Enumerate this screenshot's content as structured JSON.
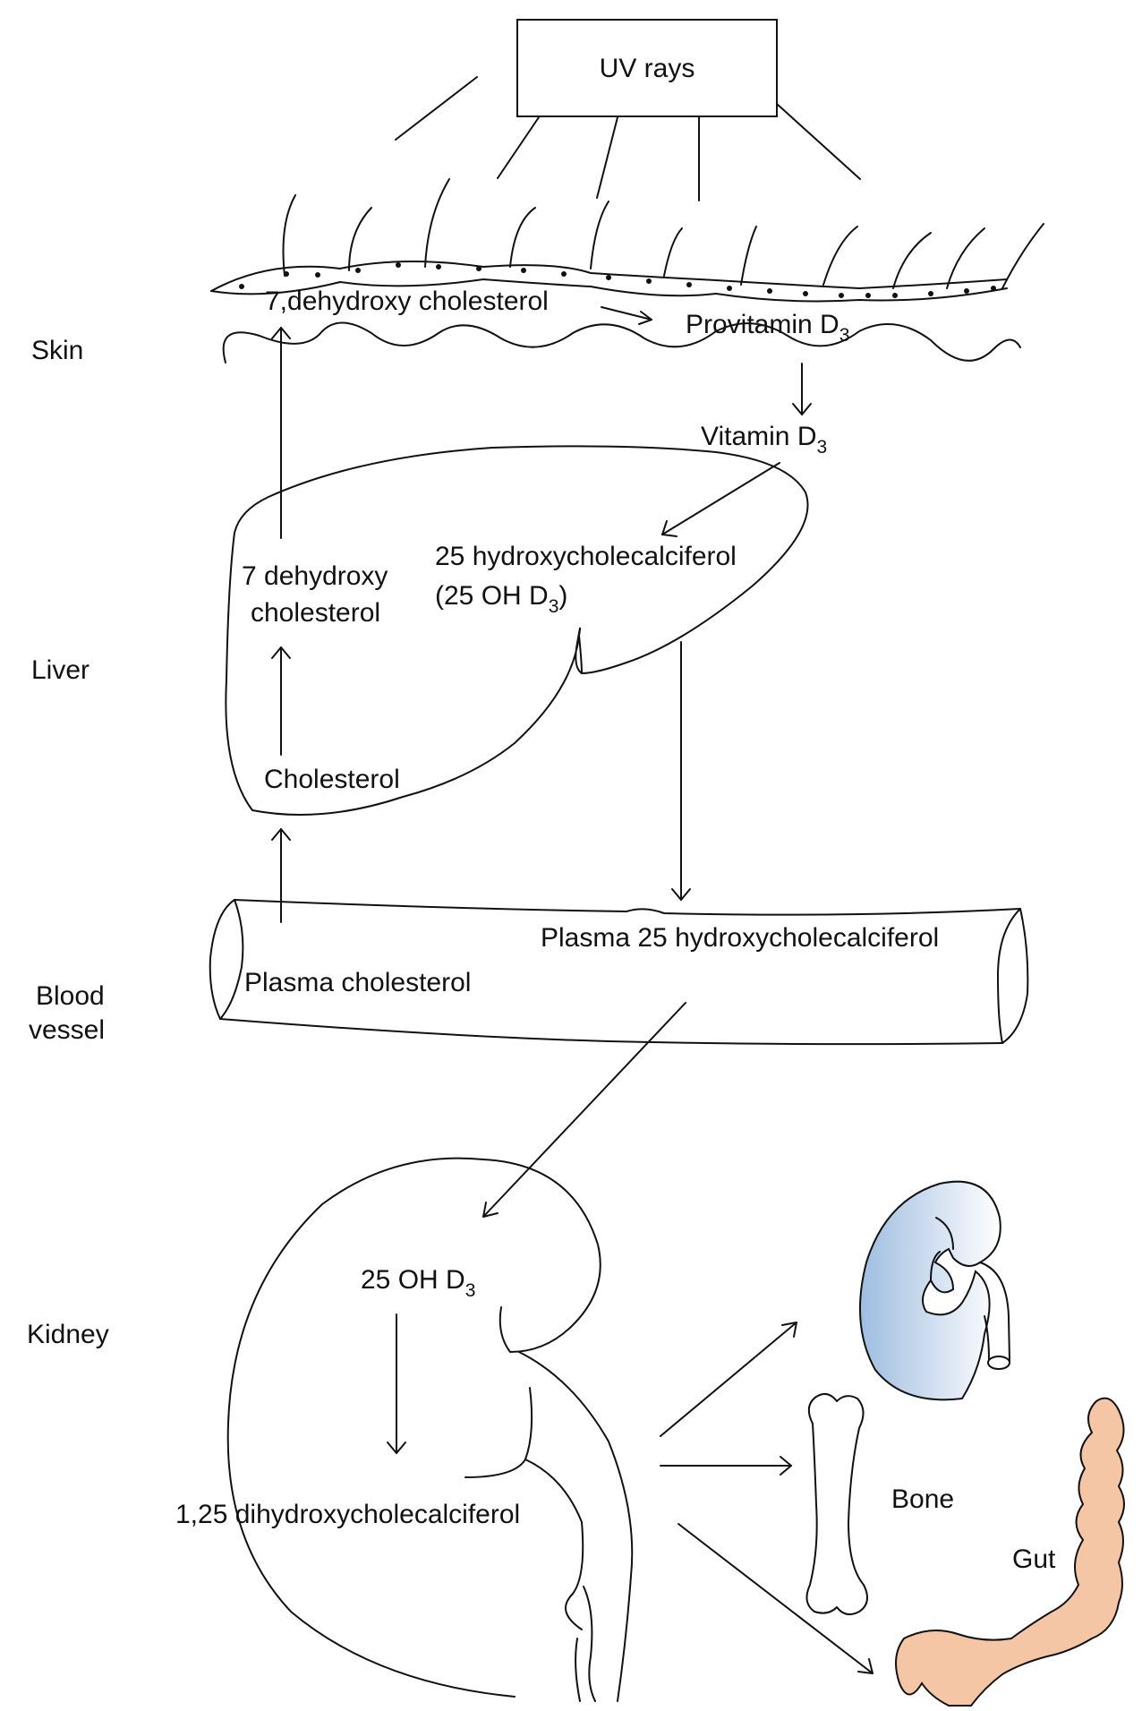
{
  "uv_box": {
    "label": "UV rays"
  },
  "regions": {
    "skin": "Skin",
    "liver": "Liver",
    "blood_vessel_line1": "Blood",
    "blood_vessel_line2": "vessel",
    "kidney": "Kidney"
  },
  "skin": {
    "dehydro": "7,dehydroxy cholesterol",
    "provitamin": "Provitamin D",
    "provitamin_sub": "3",
    "vitamin": "Vitamin D",
    "vitamin_sub": "3"
  },
  "liver": {
    "dehydro_line1": "7 dehydroxy",
    "dehydro_line2": "cholesterol",
    "cholesterol": "Cholesterol",
    "hydroxy_line1": "25 hydroxycholecalciferol",
    "hydroxy_line2_a": "(25 OH D",
    "hydroxy_line2_sub": "3",
    "hydroxy_line2_b": ")"
  },
  "vessel": {
    "plasma_hydroxy": "Plasma 25 hydroxycholecalciferol",
    "plasma_cholesterol": "Plasma cholesterol"
  },
  "kidney": {
    "oh_d3": "25 OH D",
    "oh_d3_sub": "3",
    "dihydroxy": "1,25 dihydroxycholecalciferol"
  },
  "targets": {
    "bone": "Bone",
    "gut": "Gut"
  },
  "colors": {
    "line": "#111111",
    "kidney_fill_light": "#ffffff",
    "kidney_fill_dark": "#a9c4e3",
    "gut_fill": "#f5c6a5"
  }
}
